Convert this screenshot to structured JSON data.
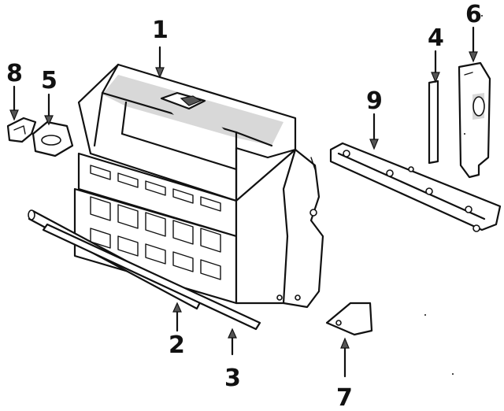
{
  "callouts": {
    "c1": "1",
    "c2": "2",
    "c3": "3",
    "c4": "4",
    "c5": "5",
    "c6": "6",
    "c7": "7",
    "c8": "8",
    "c9": "9"
  },
  "colors": {
    "line": "#111111",
    "background": "#ffffff",
    "shade": "#d8d8d8"
  }
}
